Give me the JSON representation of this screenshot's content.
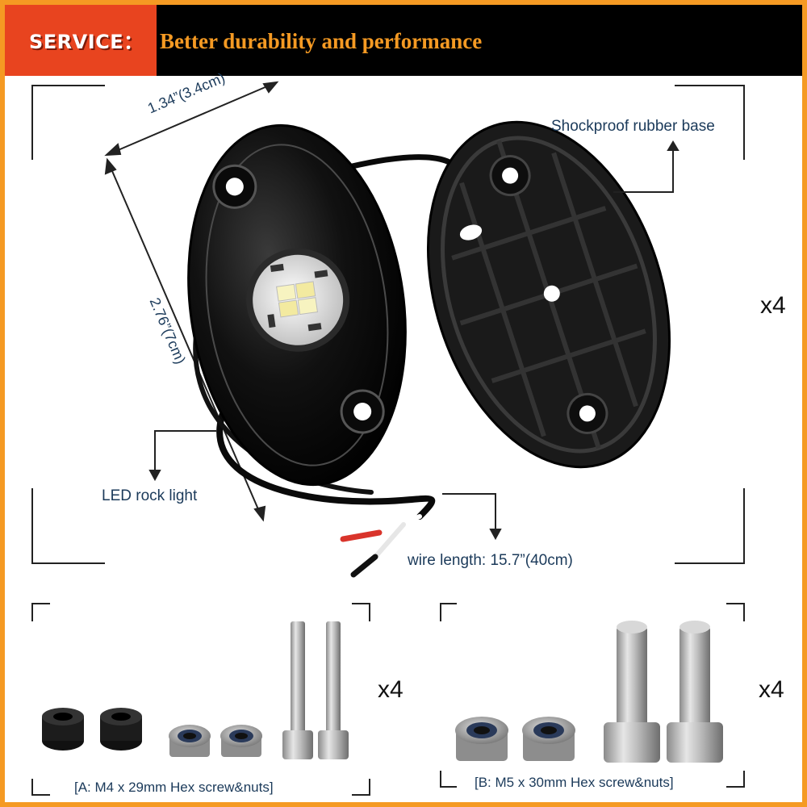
{
  "header": {
    "badge": "SERVICE：",
    "tagline": "Better durability and performance"
  },
  "labels": {
    "width_dim": "1.34”(3.4cm)",
    "height_dim": "2.76”(7cm)",
    "rubber_base": "Shockproof rubber base",
    "led_light": "LED rock light",
    "wire_length": "wire length: 15.7”(40cm)",
    "qty_main": "x4",
    "qty_kit_a": "x4",
    "qty_kit_b": "x4",
    "kit_a": "[A: M4 x 29mm Hex screw&nuts]",
    "kit_b": "[B: M5 x 30mm Hex screw&nuts]"
  },
  "colors": {
    "frame": "#f59a23",
    "badge": "#e8441f",
    "tagline": "#f59a23",
    "label_text": "#1b3a5a"
  }
}
